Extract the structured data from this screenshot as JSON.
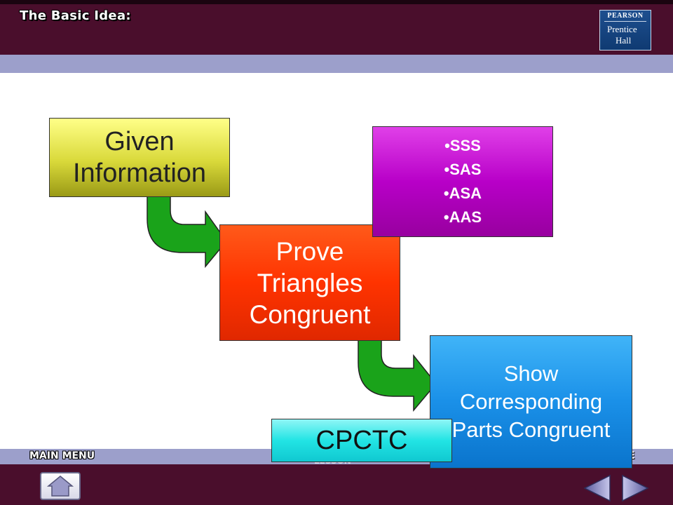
{
  "header": {
    "title": "The Basic Idea:",
    "logo_text": "PEARSON",
    "logo_line1": "Prentice",
    "logo_line2": "Hall"
  },
  "flow": {
    "given": "Given Information",
    "prove": "Prove Triangles Congruent",
    "methods": [
      "•SSS",
      "•SAS",
      "•ASA",
      "•AAS"
    ],
    "show": "Show Corresponding Parts Congruent",
    "cpctc": "CPCTC"
  },
  "footer": {
    "main_menu": "MAIN MENU",
    "lesson_fragment": "LESSON",
    "end_fragment": "E"
  },
  "colors": {
    "header_bg": "#4a0e2c",
    "band": "#9c9fcb",
    "given": "#e6e64a",
    "prove": "#ff3300",
    "methods": "#b800c8",
    "show": "#1a90e8",
    "cpctc": "#22e4e4",
    "arrow": "#1aa31a"
  },
  "icons": [
    "home-icon",
    "prev-arrow-icon",
    "next-arrow-icon",
    "curved-arrow-icon"
  ]
}
